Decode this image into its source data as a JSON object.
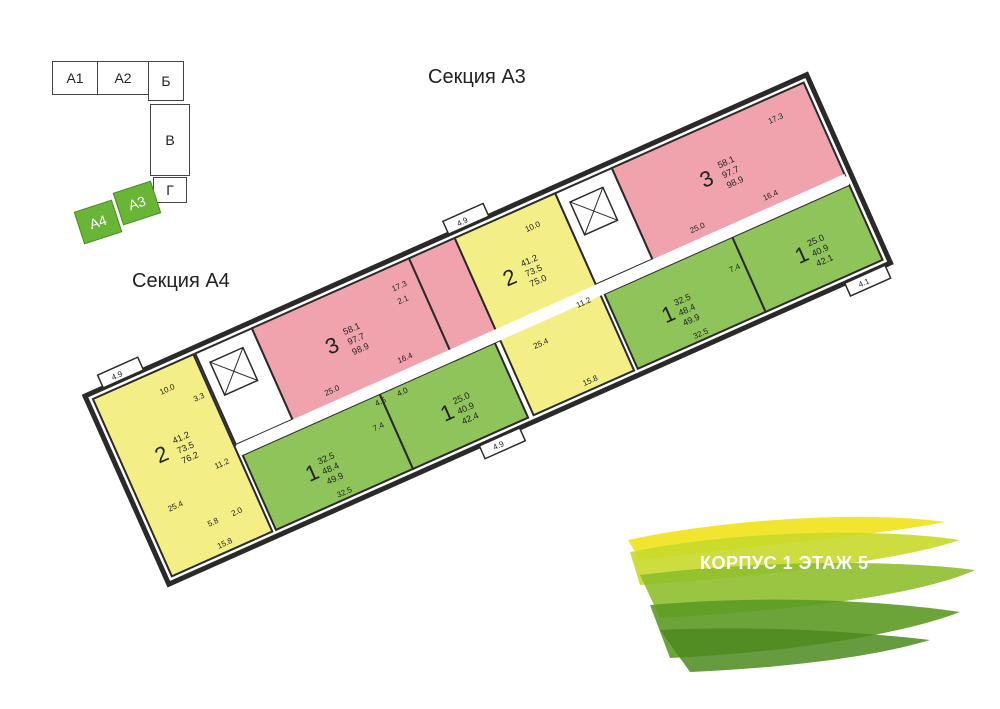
{
  "key_plan": {
    "blocks": [
      {
        "label": "А1",
        "active": false
      },
      {
        "label": "А2",
        "active": false
      },
      {
        "label": "Б",
        "active": false
      },
      {
        "label": "В",
        "active": false
      },
      {
        "label": "Г",
        "active": false
      },
      {
        "label": "А3",
        "active": true
      },
      {
        "label": "А4",
        "active": true
      }
    ]
  },
  "sections": {
    "a3_title": "Секция А3",
    "a4_title": "Секция А4"
  },
  "banner": {
    "text": "КОРПУС 1 ЭТАЖ 5"
  },
  "colors": {
    "one_room": "#8fc45a",
    "two_room": "#f3ef86",
    "three_room": "#f1a3ad",
    "wall": "#2a2a2a",
    "key_active": "#69b637"
  },
  "apartments": [
    {
      "id": "a4-2room",
      "rooms": "2",
      "living": "41.2",
      "total": "73.5",
      "total_with_balcony": "76.2"
    },
    {
      "id": "a4-3room",
      "rooms": "3",
      "living": "58.1",
      "total": "97.7",
      "total_with_balcony": "98.9"
    },
    {
      "id": "a4-1room-big",
      "rooms": "1",
      "living": "32.5",
      "total": "48.4",
      "total_with_balcony": "49.9"
    },
    {
      "id": "a4-1room-small",
      "rooms": "1",
      "living": "25.0",
      "total": "40.9",
      "total_with_balcony": "42.4"
    },
    {
      "id": "a3-2room",
      "rooms": "2",
      "living": "41.2",
      "total": "73.5",
      "total_with_balcony": "75.0"
    },
    {
      "id": "a3-3room",
      "rooms": "3",
      "living": "58.1",
      "total": "97.7",
      "total_with_balcony": "98.9"
    },
    {
      "id": "a3-1room-big",
      "rooms": "1",
      "living": "32.5",
      "total": "48.4",
      "total_with_balcony": "49.9"
    },
    {
      "id": "a3-1room-small",
      "rooms": "1",
      "living": "25.0",
      "total": "40.9",
      "total_with_balcony": "42.1"
    }
  ],
  "room_areas": {
    "balcony_4_9": "4.9",
    "balcony_4_1": "4.1",
    "balcony_4_0": "4.0",
    "kitchen_10_0": "10.0",
    "bath_3_3": "3.3",
    "room_25_4": "25.4",
    "hall_11_2": "11.2",
    "bath_5_8": "5.8",
    "wc_2_0": "2.0",
    "room_15_8": "15.8",
    "room_17_3": "17.3",
    "wc_2_1": "2.1",
    "room_25_0": "25.0",
    "room_16_4": "16.4",
    "room_32_5": "32.5",
    "hall_7_4": "7.4",
    "bath_4_5": "4.5",
    "hall_4_0": "4.0"
  }
}
